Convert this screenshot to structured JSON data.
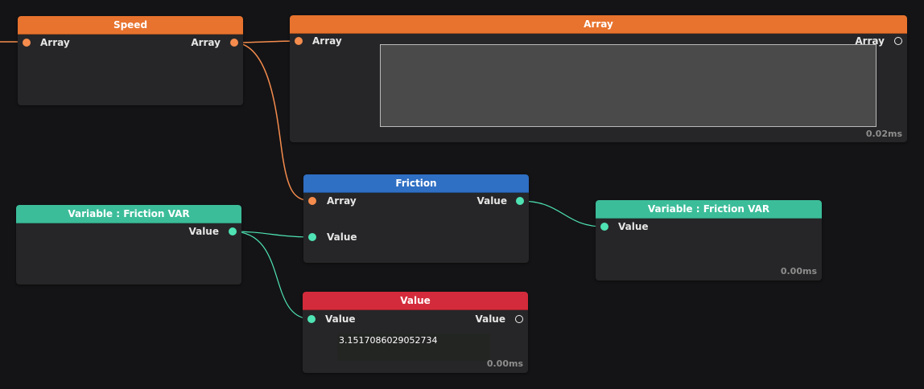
{
  "colors": {
    "background": "#141416",
    "node_body": "#262628",
    "orange": "#e8732e",
    "blue": "#2f6fc4",
    "teal": "#3cbd9a",
    "red": "#d32b3b",
    "wire_array": "#f58c4d",
    "wire_value": "#4fe3b4"
  },
  "nodes": {
    "speed": {
      "title": "Speed",
      "input_label": "Array",
      "output_label": "Array"
    },
    "array": {
      "title": "Array",
      "input_label": "Array",
      "output_label": "Array",
      "timing": "0.02ms"
    },
    "friction": {
      "title": "Friction",
      "input_array_label": "Array",
      "input_value_label": "Value",
      "output_label": "Value"
    },
    "variable_left": {
      "title": "Variable : Friction VAR",
      "output_label": "Value"
    },
    "variable_right": {
      "title": "Variable : Friction VAR",
      "input_label": "Value",
      "timing": "0.00ms"
    },
    "value": {
      "title": "Value",
      "input_label": "Value",
      "output_label": "Value",
      "field_value": "3.1517086029052734",
      "timing": "0.00ms"
    }
  }
}
